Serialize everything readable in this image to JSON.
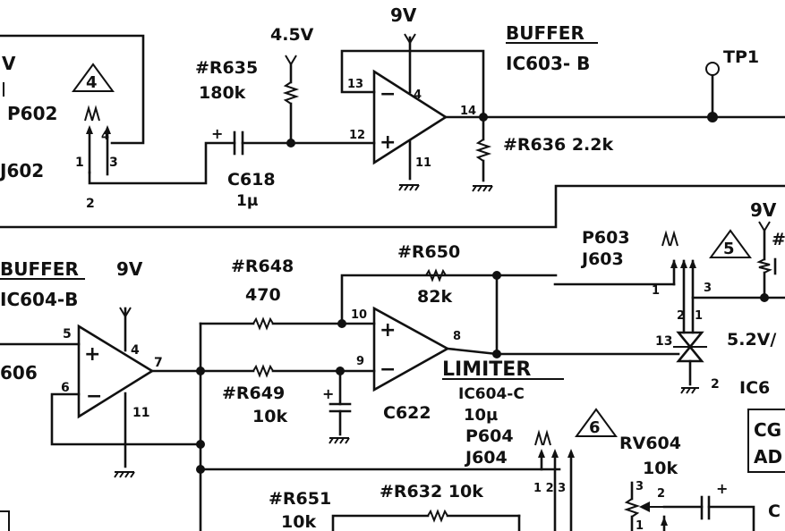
{
  "labels": {
    "v_left": "V",
    "tri4": "4",
    "p602": "P602",
    "j602": "J602",
    "p602_pin1": "1",
    "p602_pin2": "2",
    "p602_pin3": "3",
    "p602_pin4": "4",
    "r635_ref": "#R635",
    "r635_val": "180k",
    "v45": "4.5V",
    "c618_ref": "C618",
    "c618_val": "1µ",
    "c618_plus": "+",
    "v9_top": "9V",
    "ic603_pin13": "13",
    "ic603_pin12": "12",
    "ic603_pin4": "4",
    "ic603_pin14": "14",
    "ic603_pin11": "11",
    "buffer1": "BUFFER",
    "ic603": "IC603- B",
    "tp1": "TP1",
    "r636": "#R636  2.2k",
    "v9_right": "9V",
    "hash_right": "#",
    "p603": "P603",
    "j603": "J603",
    "tri5": "5",
    "p603_pin1": "1",
    "p603_pin2": "2",
    "p603_pin3": "3",
    "p603_pin1b": "1",
    "v52": "5.2V/",
    "ic6_pin13": "13",
    "ic6_pin2": "2",
    "ic6": "IC6",
    "buffer2": "BUFFER",
    "ic604b": "IC604-B",
    "v9_mid": "9V",
    "ic604b_pin5": "5",
    "ic604b_pin6": "6",
    "ic604b_pin4": "4",
    "ic604b_pin7": "7",
    "ic604b_pin11": "11",
    "r606": "606",
    "r648_ref": "#R648",
    "r648_val": "470",
    "r649_ref": "#R649",
    "r649_val": "10k",
    "r650_ref": "#R650",
    "r650_val": "82k",
    "ic604c_pin10": "10",
    "ic604c_pin9": "9",
    "ic604c_pin8": "8",
    "limiter": "LIMITER",
    "ic604c": "IC604-C",
    "c622_ref": "C622",
    "c622_val": "10µ",
    "c622_plus": "+",
    "p604": "P604",
    "j604": "J604",
    "tri6": "6",
    "p604_pins": "1  2  3",
    "rv604_ref": "RV604",
    "rv604_val": "10k",
    "rv604_pin3": "3",
    "rv604_pin2": "2",
    "rv604_pin1": "1",
    "plus_lower_right": "+",
    "cg": "CG",
    "ad": "AD",
    "c_right": "C",
    "r651_ref": "#R651",
    "r651_val": "10k",
    "r632": "#R632 10k"
  }
}
